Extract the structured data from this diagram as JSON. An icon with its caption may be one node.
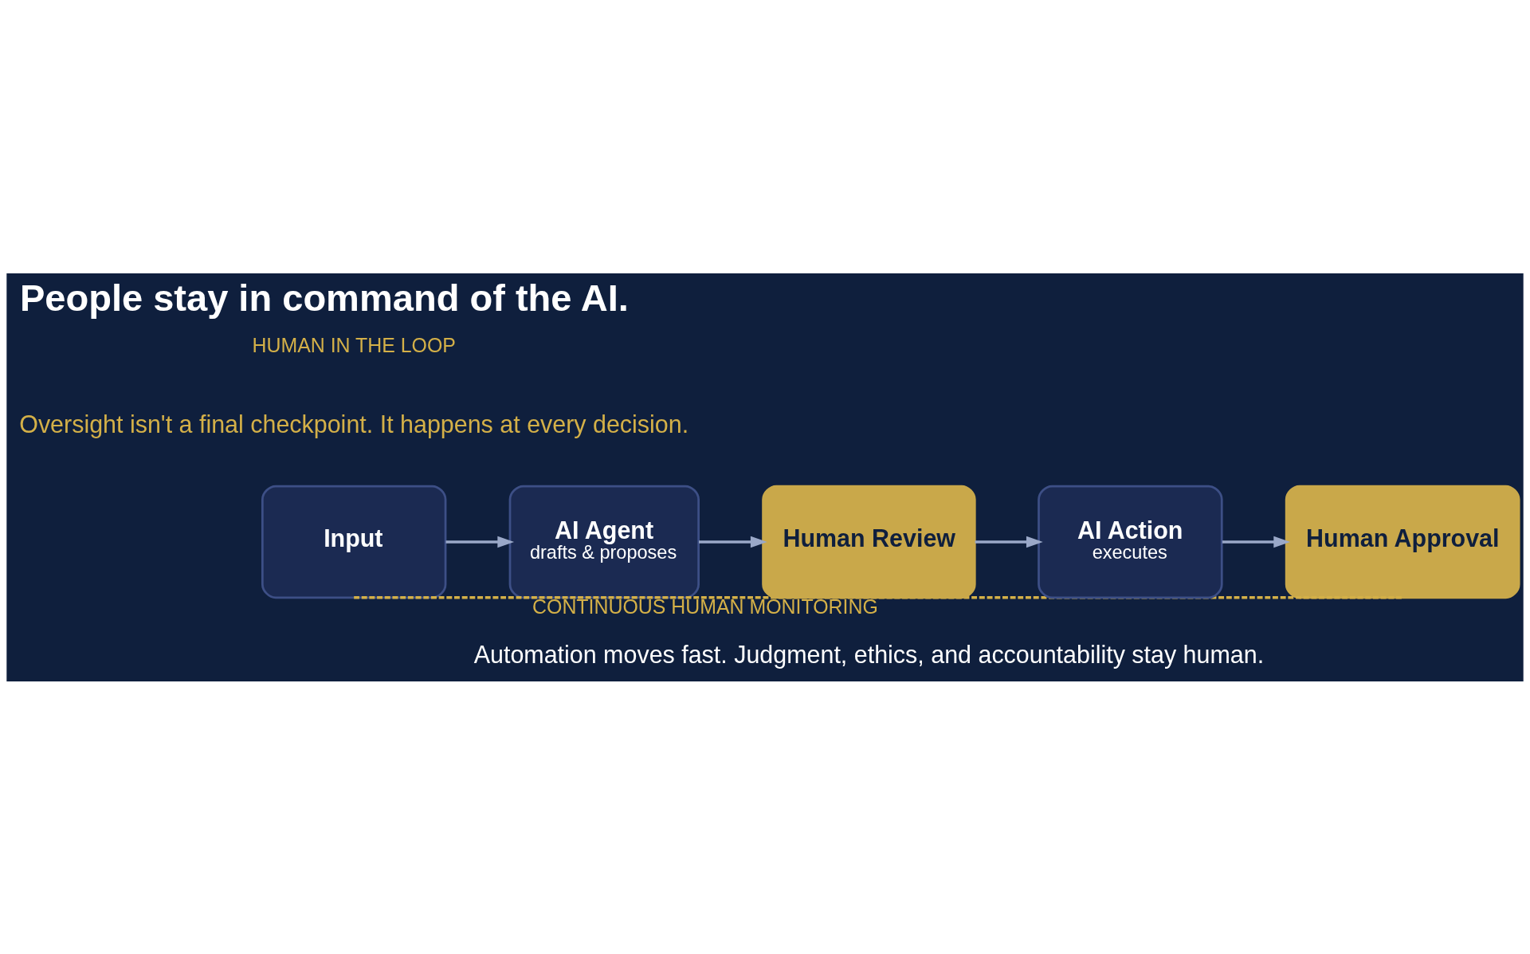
{
  "diagram": {
    "title": "People stay in command of the AI.",
    "caption": "Automation moves fast. Judgment, ethics, and accountability stay human.",
    "nodes": [
      {
        "text": [
          "Input"
        ]
      },
      {
        "text": [
          "AI Agent",
          "drafts & proposes"
        ]
      },
      {
        "text": [
          "Human Review"
        ]
      },
      {
        "text": [
          "AI Action",
          "executes"
        ]
      },
      {
        "text": [
          "Human Approval"
        ]
      }
    ],
    "edges": [
      {
        "from": 0,
        "to": 1,
        "arrow": "to"
      },
      {
        "from": 1,
        "to": 2,
        "arrow": "to"
      },
      {
        "from": 2,
        "to": 3,
        "arrow": "to"
      },
      {
        "from": 3,
        "to": 4,
        "arrow": "to"
      },
      {
        "from": 0,
        "to": 4,
        "arrow": "none",
        "label": "CONTINUOUS HUMAN MONITORING",
        "style": "dashed",
        "color": "#d4b048"
      }
    ],
    "labels": [
      "HUMAN IN THE LOOP",
      "Oversight isn't a final checkpoint. It happens at every decision."
    ]
  }
}
